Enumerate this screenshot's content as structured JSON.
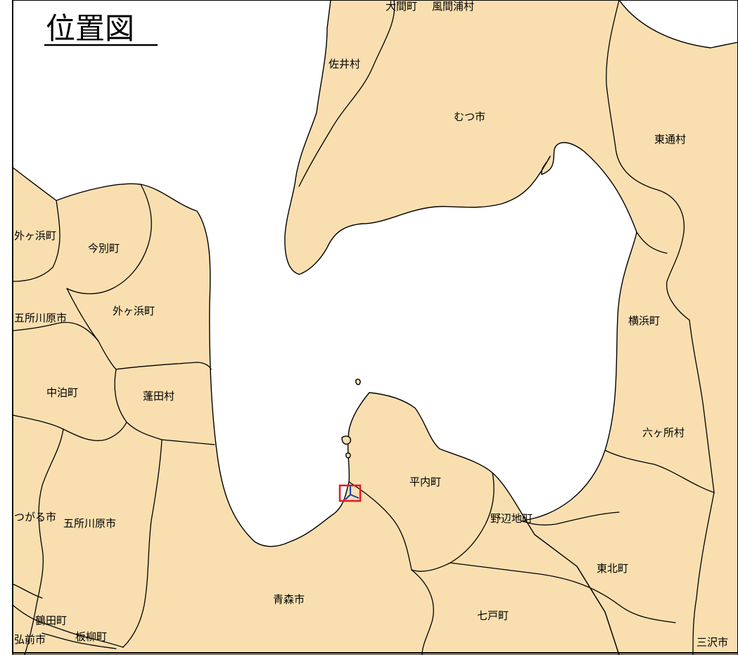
{
  "title": "位置図",
  "colors": {
    "land": "#f9dfb0",
    "sea": "#ffffff",
    "boundary": "#000000",
    "marker": "#e8171e",
    "route": "#1f3fb5"
  },
  "municipalities": {
    "oma": "大間町",
    "kazamaura": "風間浦村",
    "sai": "佐井村",
    "mutsu": "むつ市",
    "higashidori": "東通村",
    "sotogahama_w": "外ヶ浜町",
    "imabetsu": "今別町",
    "goshogawara_n": "五所川原市",
    "sotogahama": "外ヶ浜町",
    "yokohama": "横浜町",
    "nakadomari": "中泊町",
    "yomogita": "蓬田村",
    "rokkasho": "六ヶ所村",
    "hiranai": "平内町",
    "tsugaru": "つがる市",
    "goshogawara": "五所川原市",
    "noheji": "野辺地町",
    "tohoku": "東北町",
    "aomori": "青森市",
    "shichinohe": "七戸町",
    "tsuruta": "鶴田町",
    "hirosaki": "弘前市",
    "itayanagi": "板柳町",
    "misawa": "三沢市"
  },
  "marker_icon": "location-marker-box"
}
